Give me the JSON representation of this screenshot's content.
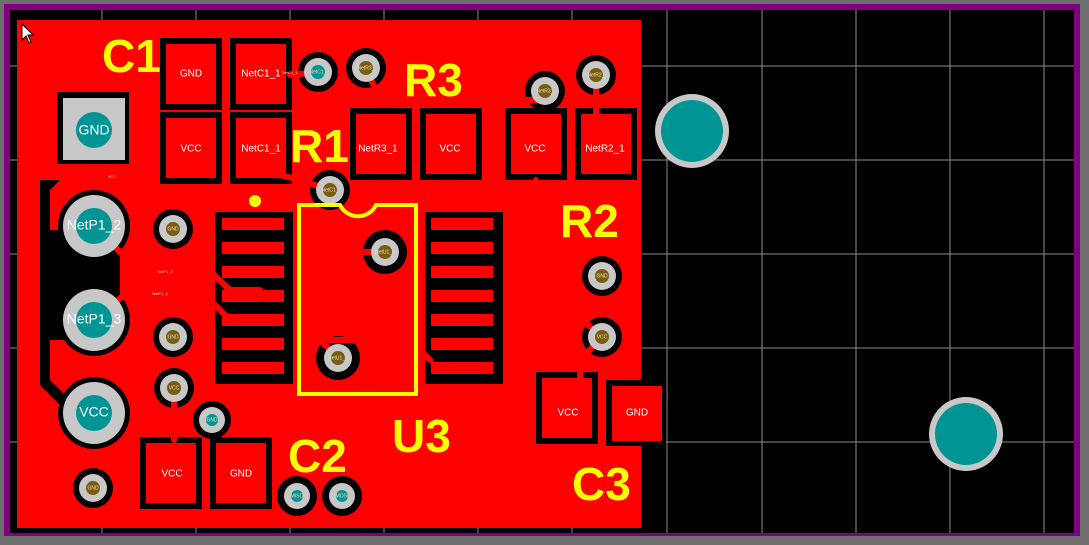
{
  "app": {
    "view": "PCB layout editor - top layer"
  },
  "colors": {
    "copper": "#ff0000",
    "background": "#000000",
    "board_outline": "#800080",
    "silkscreen": "#ffff00",
    "pad_ring": "#c8c8c8",
    "through_hole": "#009494",
    "via_hole": "#7a5c10",
    "grid": "#8a8a8a",
    "outer": "#6e6e6e"
  },
  "designators": {
    "c1": "C1",
    "c2": "C2",
    "c3": "C3",
    "r1": "R1",
    "r2": "R2",
    "r3": "R3",
    "u3": "U3"
  },
  "pads": {
    "c1_top": "GND",
    "c1_bottom": "VCC",
    "r1_top": "NetC1_1",
    "r1_bottom": "NetC1_1",
    "r3_left": "NetR3_1",
    "r3_mid": "VCC",
    "r3_right": "VCC",
    "r2_top": "NetR2_1",
    "c2_left": "VCC",
    "c2_right": "GND",
    "c3_left": "VCC",
    "c3_right": "GND"
  },
  "connector_pads": {
    "p1_1": "GND",
    "p1_2": "NetP1_2",
    "p1_3": "NetP1_3",
    "p1_4": "VCC"
  },
  "vias": {
    "netc1_top": "NetC1_",
    "netr3_a": "NetR3_",
    "netr3_b": "NetR3_",
    "netr2": "NetR2_",
    "netc1_r1": "NetC1_",
    "u3_top": "NetU1_2",
    "u3_bottom": "NetU1_2",
    "gnd_a": "GND",
    "gnd_b": "GND",
    "gnd_c": "GND",
    "gnd_d": "GND",
    "vcc_a": "VCC",
    "vcc_b": "VCC",
    "gnd_e": "GND",
    "mosi_a": "MISO",
    "mosi_b": "MOSI"
  },
  "trace_labels": {
    "netp1_2": "NetP1_2",
    "netp1_3": "NetP1_3",
    "vcc": "VCC",
    "netc1": "NetC1_1"
  },
  "mouse_cursor": "arrow-pointer"
}
